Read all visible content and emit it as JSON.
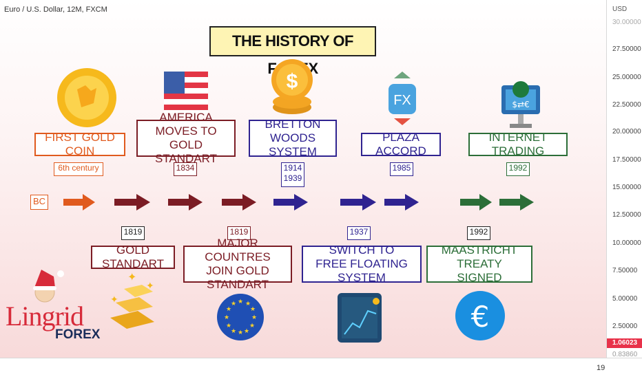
{
  "header": {
    "symbol_label": "Euro / U.S. Dollar, 12M, FXCM"
  },
  "title": "THE HISTORY OF FOREX",
  "axis": {
    "currency": "USD",
    "ticks": [
      "30.00000",
      "27.50000",
      "25.00000",
      "22.50000",
      "20.00000",
      "17.50000",
      "15.00000",
      "12.50000",
      "10.00000",
      "7.50000",
      "5.00000",
      "2.50000"
    ],
    "last_price": "1.06023",
    "bottom_price": "0.83860",
    "bottom_tick": "19"
  },
  "events_top": [
    {
      "label": "FIRST GOLD COIN",
      "date": "6th century",
      "color": "orange"
    },
    {
      "label": "AMERICA MOVES TO\nGOLD STANDART",
      "date": "1834",
      "color": "red"
    },
    {
      "label": "BRETTON WOODS\nSYSTEM",
      "date": "1914\n1939",
      "color": "blue"
    },
    {
      "label": "PLAZA ACCORD",
      "date": "1985",
      "color": "blue"
    },
    {
      "label": "INTERNET TRADING",
      "date": "1992",
      "color": "green"
    }
  ],
  "events_bottom": [
    {
      "label": "GOLD STANDART",
      "date": "1819",
      "color": "red"
    },
    {
      "label": "MAJOR COUNTRES\nJOIN GOLD STANDART",
      "date": "1819",
      "color": "red"
    },
    {
      "label": "SWITCH TO\nFREE FLOATING SYSTEM",
      "date": "1937",
      "color": "blue"
    },
    {
      "label": "MAASTRICHT TREATY\nSIGNED",
      "date": "1992",
      "color": "green"
    }
  ],
  "start_label": "BC",
  "fx_icon_text": "FX",
  "logo": {
    "name": "Lingrid",
    "sub": "FOREX"
  },
  "colors": {
    "orange": "#e05a1e",
    "red": "#7b1c24",
    "blue": "#2f2390",
    "green": "#2c6e38",
    "price_tag": "#e8324a"
  },
  "icons": [
    "gold-coin-icon",
    "us-flag-icon",
    "dollar-coins-icon",
    "fx-icon",
    "computer-currency-icon",
    "gold-bars-icon",
    "eu-flag-icon",
    "chart-tablet-icon",
    "euro-coin-icon"
  ]
}
